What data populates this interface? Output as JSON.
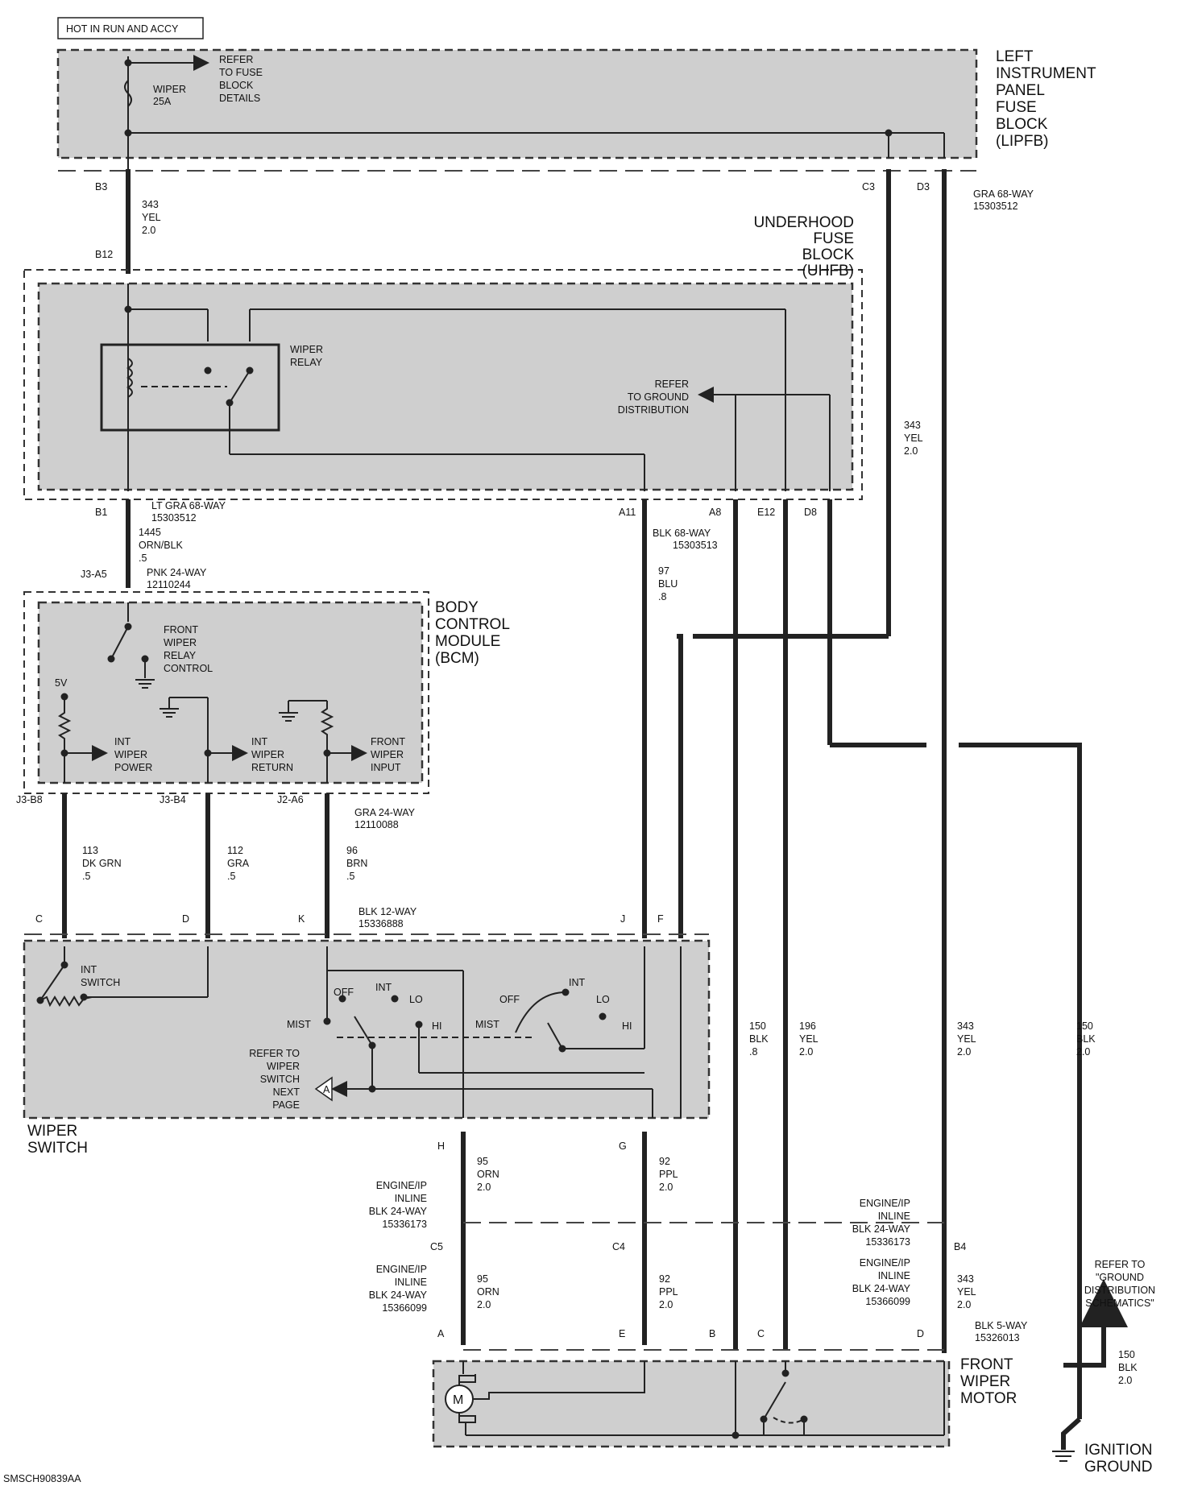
{
  "header": {
    "hot_label": "HOT IN RUN AND ACCY"
  },
  "lipfb": {
    "title": [
      "LEFT",
      "INSTRUMENT",
      "PANEL",
      "FUSE",
      "BLOCK",
      "(LIPFB)"
    ],
    "fuse": [
      "WIPER",
      "25A"
    ],
    "refer": [
      "REFER",
      "TO FUSE",
      "BLOCK",
      "DETAILS"
    ],
    "connector": [
      "GRA 68-WAY",
      "15303512"
    ]
  },
  "uhfb": {
    "title": [
      "UNDERHOOD",
      "FUSE",
      "BLOCK",
      "(UHFB)"
    ],
    "relay": [
      "WIPER",
      "RELAY"
    ],
    "refer": [
      "REFER",
      "TO GROUND",
      "DISTRIBUTION"
    ],
    "conn_b1": [
      "LT GRA 68-WAY",
      "15303512"
    ],
    "conn_blk": [
      "BLK 68-WAY",
      "15303513"
    ]
  },
  "bcm": {
    "title": [
      "BODY",
      "CONTROL",
      "MODULE",
      "(BCM)"
    ],
    "relay_ctrl": [
      "FRONT",
      "WIPER",
      "RELAY",
      "CONTROL"
    ],
    "v5": "5V",
    "int_power": [
      "INT",
      "WIPER",
      "POWER"
    ],
    "int_return": [
      "INT",
      "WIPER",
      "RETURN"
    ],
    "front_input": [
      "FRONT",
      "WIPER",
      "INPUT"
    ],
    "conn_pnk": [
      "PNK 24-WAY",
      "12110244"
    ],
    "conn_gra": [
      "GRA 24-WAY",
      "12110088"
    ]
  },
  "switch": {
    "title": [
      "WIPER",
      "SWITCH"
    ],
    "int_switch": [
      "INT",
      "SWITCH"
    ],
    "off": "OFF",
    "int": "INT",
    "lo": "LO",
    "hi": "HI",
    "mist": "MIST",
    "refer": [
      "REFER TO",
      "WIPER",
      "SWITCH",
      "NEXT",
      "PAGE"
    ],
    "ref_letter": "A",
    "conn": [
      "BLK 12-WAY",
      "15336888"
    ]
  },
  "inline": {
    "upper": [
      "ENGINE/IP",
      "INLINE",
      "BLK 24-WAY",
      "15336173"
    ],
    "lower": [
      "ENGINE/IP",
      "INLINE",
      "BLK 24-WAY",
      "15366099"
    ]
  },
  "motor": {
    "title": [
      "FRONT",
      "WIPER",
      "MOTOR"
    ],
    "letter": "M",
    "conn": [
      "BLK 5-WAY",
      "15326013"
    ]
  },
  "ground": {
    "title": [
      "IGNITION",
      "GROUND"
    ],
    "refer": [
      "REFER TO",
      "\"GROUND",
      "DISTRIBUTION",
      "SCHEMATICS\""
    ]
  },
  "pins": {
    "B3": "B3",
    "B12": "B12",
    "C3": "C3",
    "D3": "D3",
    "B1": "B1",
    "A11": "A11",
    "A8": "A8",
    "E12": "E12",
    "D8": "D8",
    "J3A5": "J3-A5",
    "J3B8": "J3-B8",
    "J3B4": "J3-B4",
    "J2A6": "J2-A6",
    "C": "C",
    "D": "D",
    "K": "K",
    "J": "J",
    "F": "F",
    "H": "H",
    "G": "G",
    "C5": "C5",
    "C4": "C4",
    "B4": "B4",
    "mA": "A",
    "mE": "E",
    "mB": "B",
    "mC": "C",
    "mD": "D"
  },
  "wires": {
    "w343a": [
      "343",
      "YEL",
      "2.0"
    ],
    "w343b": [
      "343",
      "YEL",
      "2.0"
    ],
    "w343c": [
      "343",
      "YEL",
      "2.0"
    ],
    "w343d": [
      "343",
      "YEL",
      "2.0"
    ],
    "w1445": [
      "1445",
      "ORN/BLK",
      ".5"
    ],
    "w97": [
      "97",
      "BLU",
      ".8"
    ],
    "w113": [
      "113",
      "DK GRN",
      ".5"
    ],
    "w112": [
      "112",
      "GRA",
      ".5"
    ],
    "w96": [
      "96",
      "BRN",
      ".5"
    ],
    "w150a": [
      "150",
      "BLK",
      ".8"
    ],
    "w196": [
      "196",
      "YEL",
      "2.0"
    ],
    "w150b": [
      "150",
      "BLK",
      "2.0"
    ],
    "w150c": [
      "150",
      "BLK",
      "2.0"
    ],
    "w95a": [
      "95",
      "ORN",
      "2.0"
    ],
    "w92a": [
      "92",
      "PPL",
      "2.0"
    ],
    "w95b": [
      "95",
      "ORN",
      "2.0"
    ],
    "w92b": [
      "92",
      "PPL",
      "2.0"
    ]
  },
  "footer": {
    "code": "SMSCH90839AA"
  }
}
